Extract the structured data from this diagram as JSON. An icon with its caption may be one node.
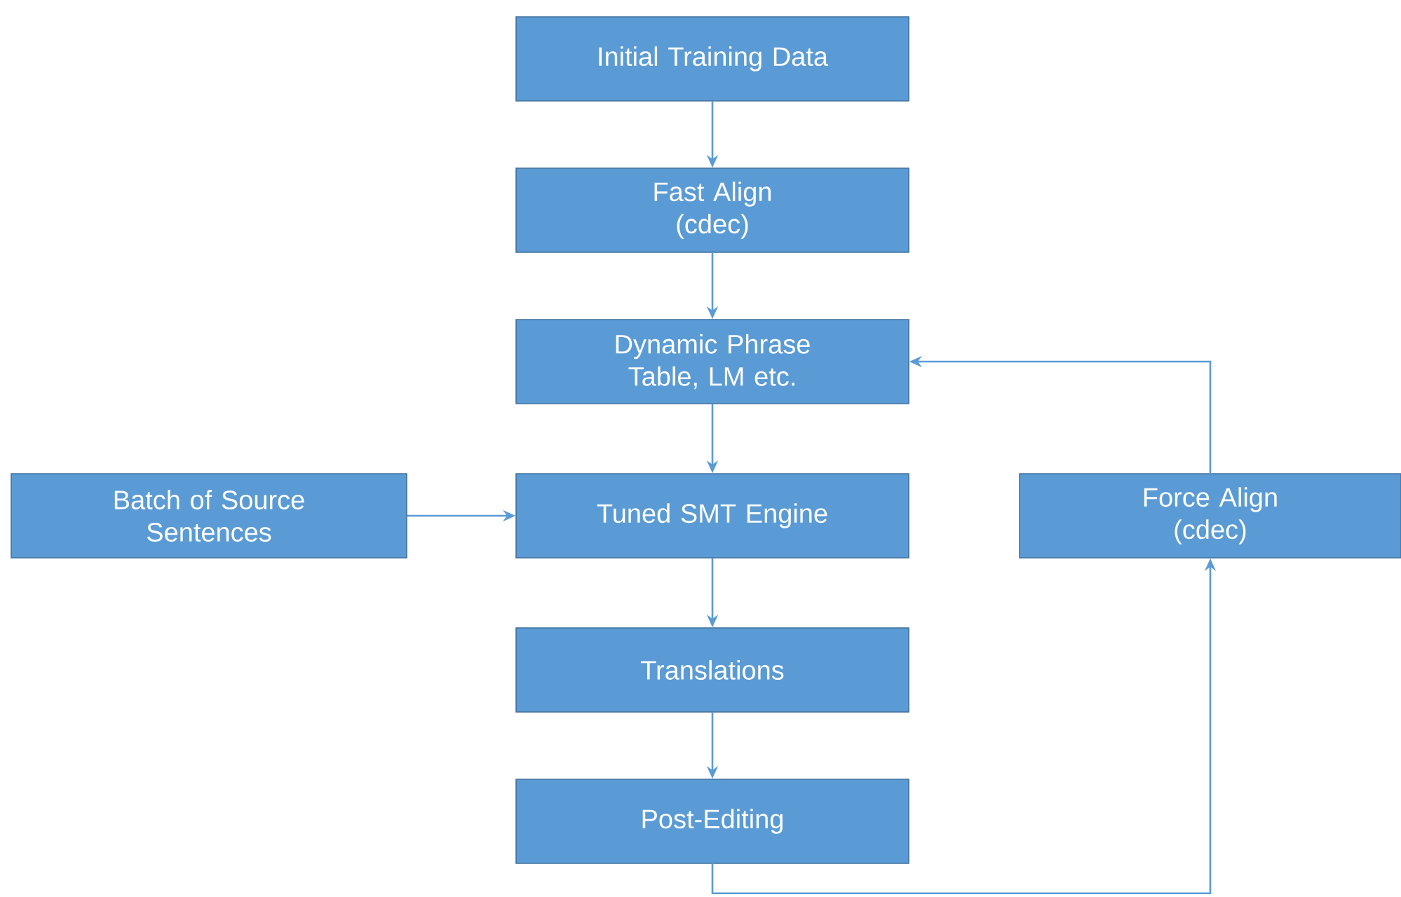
{
  "diagram": {
    "nodes": [
      {
        "text": [
          "Initial Training Data"
        ]
      },
      {
        "text": [
          "Fast Align (cdec)"
        ]
      },
      {
        "text": [
          "Dynamic Phrase Table, LM etc."
        ]
      },
      {
        "text": [
          "Tuned SMT Engine"
        ]
      },
      {
        "text": [
          "Translations"
        ]
      },
      {
        "text": [
          "Post-Editing"
        ]
      },
      {
        "text": [
          "Batch of Source Sentences"
        ]
      },
      {
        "text": [
          "Force Align (cdec)"
        ]
      }
    ],
    "edges": [
      {
        "from": 0,
        "to": 1,
        "arrow": "to"
      },
      {
        "from": 1,
        "to": 2,
        "arrow": "to"
      },
      {
        "from": 2,
        "to": 3,
        "arrow": "to"
      },
      {
        "from": 6,
        "to": 3,
        "arrow": "to"
      },
      {
        "from": 3,
        "to": 4,
        "arrow": "to"
      },
      {
        "from": 4,
        "to": 5,
        "arrow": "to"
      },
      {
        "from": 5,
        "to": 7,
        "arrow": "to"
      },
      {
        "from": 7,
        "to": 2,
        "arrow": "to"
      }
    ]
  }
}
